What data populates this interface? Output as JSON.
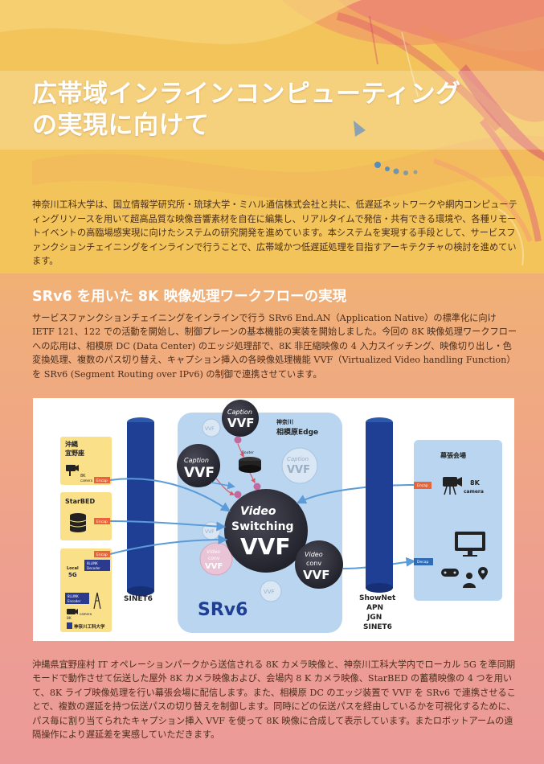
{
  "page": {
    "title_line1": "広帯域インラインコンピューティング",
    "title_line2": "の実現に向けて",
    "intro": "神奈川工科大学は、国立情報学研究所・琉球大学・ミハル通信株式会社と共に、低遅延ネットワークや網内コンピューティングリソースを用いて超高品質な映像音響素材を自在に編集し、リアルタイムで発信・共有できる環境や、各種リモートイベントの高臨場感実現に向けたシステムの研究開発を進めています。本システムを実現する手段として、サービスファンクションチェイニングをインラインで行うことで、広帯域かつ低遅延処理を目指すアーキテクチャの検討を進めています。",
    "section_heading": "SRv6 を用いた 8K 映像処理ワークフローの実現",
    "section_body": "サービスファンクションチェイニングをインラインで行う SRv6 End.AN（Application Native）の標準化に向け IETF 121、122 での活動を開始し、制御プレーンの基本機能の実装を開始しました。今回の 8K 映像処理ワークフローへの応用は、相模原 DC (Data Center) のエッジ処理部で、8K 非圧縮映像の 4 入力スイッチング、映像切り出し・色変換処理、複数のパス切り替え、キャプション挿入の各映像処理機能 VVF（Virtualized Video handling Function）を SRv6 (Segment Routing over IPv6) の制御で連携させています。",
    "caption": "沖縄県宜野座村 IT オペレーションパークから送信される 8K カメラ映像と、神奈川工科大学内でローカル 5G を準同期モードで動作させて伝送した屋外 8K カメラ映像および、会場内 8 K カメラ映像、StarBED の蓄積映像の 4 つを用いて、8K ライブ映像処理を行い幕張会場に配信します。また、相模原 DC のエッジ装置で VVF を SRv6 で連携させることで、複数の遅延を持つ伝送パスの切り替えを制御します。同時にどの伝送パスを経由しているかを可視化するために、パス毎に割り当てられたキャプション挿入 VVF を使って 8K 映像に合成して表示しています。またロボットアームの遠隔操作により遅延差を実感していただきます。"
  },
  "diagram": {
    "okinawa_line1": "沖縄",
    "okinawa_line2": "宜野座",
    "camera_8k": "8K",
    "camera_word": "camera",
    "starbed": "StarBED",
    "local": "Local",
    "five_g": "5G",
    "encap": "Encap",
    "decap": "Decap",
    "bllink_decoder_1": "8LLINK",
    "bllink_decoder_2": "Decoder",
    "bllink_encoder_1": "8LLINK",
    "bllink_encoder_2": "Encoder",
    "kait_name": "神奈川工科大学",
    "sinet6": "SINET6",
    "edge_line1": "神奈川",
    "edge_line2": "相模原Edge",
    "router": "Router",
    "vvf": "VVF",
    "caption_word": "Caption",
    "video_word": "Video",
    "switching_word": "Switching",
    "conv_word": "conv",
    "srv6": "SRv6",
    "right_network": [
      "ShowNet",
      "APN",
      "JGN",
      "SINET6"
    ],
    "makuhari": "幕張会場",
    "camera_8k_right": "8K",
    "camera_right_word": "camera"
  },
  "colors": {
    "title_text": "#ffffff",
    "sinet_blue": "#1e3f93",
    "edge_blue": "#b9d5ef",
    "input_box_yellow": "#fbe08a",
    "encap_orange": "#e8653a",
    "decap_blue": "#2f6cb5",
    "vvf_dark": "#2c2c38",
    "arrow_blue": "#5a9bd8"
  }
}
